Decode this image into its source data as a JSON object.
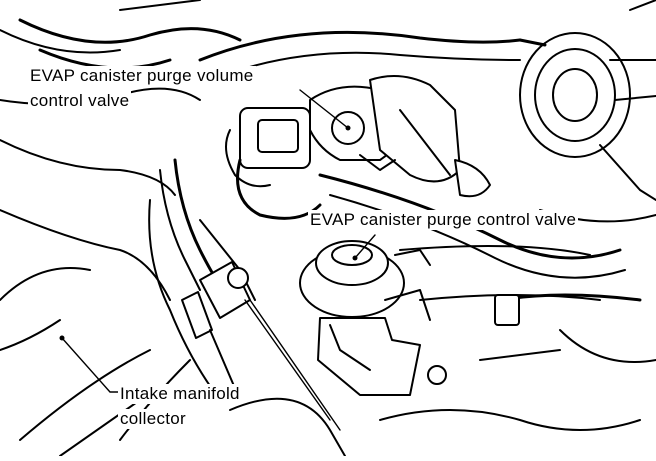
{
  "labels": {
    "purge_volume_valve": {
      "line1": "EVAP canister purge volume",
      "line2": "control valve"
    },
    "purge_control_valve": "EVAP canister purge control valve",
    "intake_manifold": {
      "line1": "Intake manifold",
      "line2": "collector"
    }
  },
  "colors": {
    "ink": "#000000",
    "paper": "#ffffff"
  }
}
